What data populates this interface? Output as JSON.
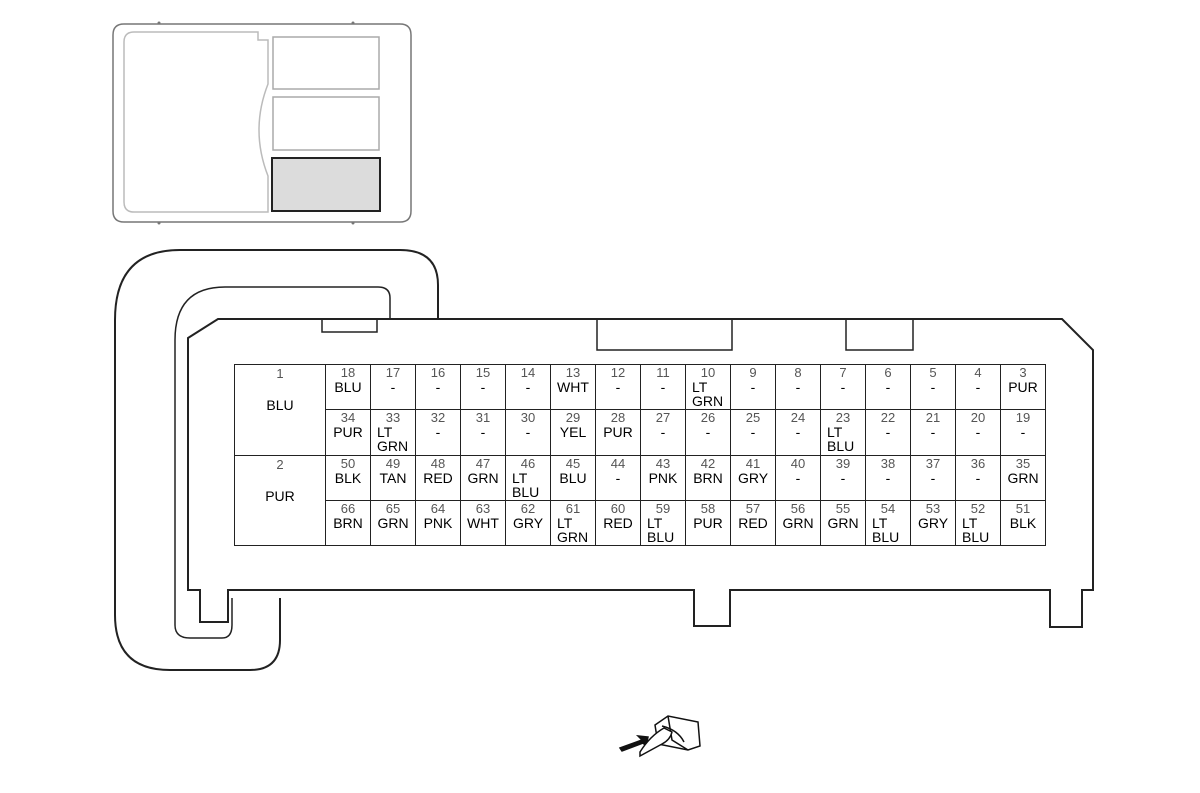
{
  "connector": {
    "large_pins": [
      {
        "num": "1",
        "wire": "BLU"
      },
      {
        "num": "2",
        "wire": "PUR"
      }
    ],
    "rows": [
      [
        {
          "num": "18",
          "wire": "BLU"
        },
        {
          "num": "17",
          "wire": "-"
        },
        {
          "num": "16",
          "wire": "-"
        },
        {
          "num": "15",
          "wire": "-"
        },
        {
          "num": "14",
          "wire": "-"
        },
        {
          "num": "13",
          "wire": "WHT"
        },
        {
          "num": "12",
          "wire": "-"
        },
        {
          "num": "11",
          "wire": "-"
        },
        {
          "num": "10",
          "wire": "LT\nGRN"
        },
        {
          "num": "9",
          "wire": "-"
        },
        {
          "num": "8",
          "wire": "-"
        },
        {
          "num": "7",
          "wire": "-"
        },
        {
          "num": "6",
          "wire": "-"
        },
        {
          "num": "5",
          "wire": "-"
        },
        {
          "num": "4",
          "wire": "-"
        },
        {
          "num": "3",
          "wire": "PUR"
        }
      ],
      [
        {
          "num": "34",
          "wire": "PUR"
        },
        {
          "num": "33",
          "wire": "LT\nGRN"
        },
        {
          "num": "32",
          "wire": "-"
        },
        {
          "num": "31",
          "wire": "-"
        },
        {
          "num": "30",
          "wire": "-"
        },
        {
          "num": "29",
          "wire": "YEL"
        },
        {
          "num": "28",
          "wire": "PUR"
        },
        {
          "num": "27",
          "wire": "-"
        },
        {
          "num": "26",
          "wire": "-"
        },
        {
          "num": "25",
          "wire": "-"
        },
        {
          "num": "24",
          "wire": "-"
        },
        {
          "num": "23",
          "wire": "LT\nBLU"
        },
        {
          "num": "22",
          "wire": "-"
        },
        {
          "num": "21",
          "wire": "-"
        },
        {
          "num": "20",
          "wire": "-"
        },
        {
          "num": "19",
          "wire": "-"
        }
      ],
      [
        {
          "num": "50",
          "wire": "BLK"
        },
        {
          "num": "49",
          "wire": "TAN"
        },
        {
          "num": "48",
          "wire": "RED"
        },
        {
          "num": "47",
          "wire": "GRN"
        },
        {
          "num": "46",
          "wire": "LT\nBLU"
        },
        {
          "num": "45",
          "wire": "BLU"
        },
        {
          "num": "44",
          "wire": "-"
        },
        {
          "num": "43",
          "wire": "PNK"
        },
        {
          "num": "42",
          "wire": "BRN"
        },
        {
          "num": "41",
          "wire": "GRY"
        },
        {
          "num": "40",
          "wire": "-"
        },
        {
          "num": "39",
          "wire": "-"
        },
        {
          "num": "38",
          "wire": "-"
        },
        {
          "num": "37",
          "wire": "-"
        },
        {
          "num": "36",
          "wire": "-"
        },
        {
          "num": "35",
          "wire": "GRN"
        }
      ],
      [
        {
          "num": "66",
          "wire": "BRN"
        },
        {
          "num": "65",
          "wire": "GRN"
        },
        {
          "num": "64",
          "wire": "PNK"
        },
        {
          "num": "63",
          "wire": "WHT"
        },
        {
          "num": "62",
          "wire": "GRY"
        },
        {
          "num": "61",
          "wire": "LT\nGRN"
        },
        {
          "num": "60",
          "wire": "RED"
        },
        {
          "num": "59",
          "wire": "LT\nBLU"
        },
        {
          "num": "58",
          "wire": "PUR"
        },
        {
          "num": "57",
          "wire": "RED"
        },
        {
          "num": "56",
          "wire": "GRN"
        },
        {
          "num": "55",
          "wire": "GRN"
        },
        {
          "num": "54",
          "wire": "LT\nBLU"
        },
        {
          "num": "53",
          "wire": "GRY"
        },
        {
          "num": "52",
          "wire": "LT\nBLU"
        },
        {
          "num": "51",
          "wire": "BLK"
        }
      ]
    ]
  },
  "icons": [
    "component-location-icon",
    "terminal-side-view-icon"
  ],
  "colors": {
    "line": "#222222",
    "outline_light": "#888888",
    "highlight": "#dcdcdc"
  }
}
